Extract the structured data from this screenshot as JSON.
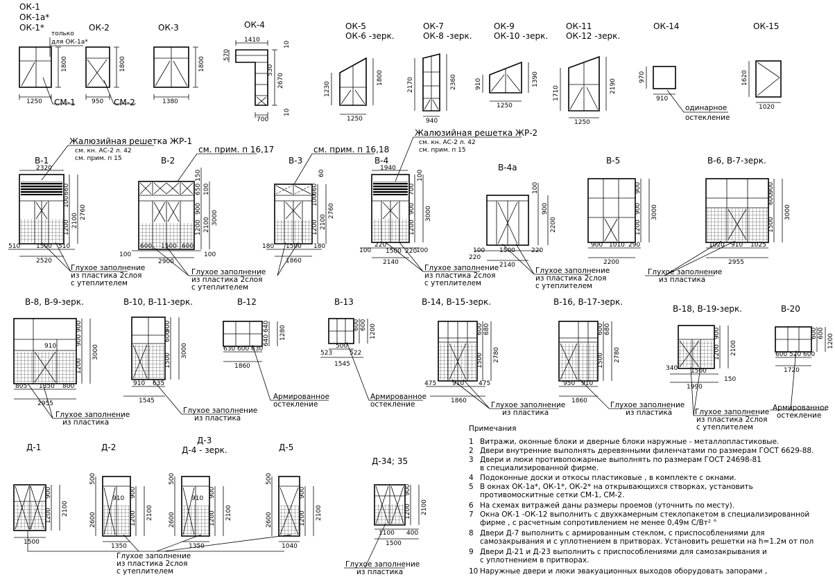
{
  "windows": [
    {
      "id": "ok1",
      "title_lines": [
        "ОК-1",
        "ОК-1а*",
        "ОК-1*"
      ],
      "dims": [
        "1800",
        "1250"
      ],
      "callout": "СМ-1",
      "note": [
        "только",
        "для ОК-1а*"
      ]
    },
    {
      "id": "ok2",
      "title_lines": [
        "ОК-2"
      ],
      "dims": [
        "1800",
        "950"
      ],
      "callout": "СМ-2"
    },
    {
      "id": "ok3",
      "title_lines": [
        "ОК-3"
      ],
      "dims": [
        "1800",
        "1380"
      ]
    },
    {
      "id": "ok4",
      "title_lines": [
        "ОК-4"
      ],
      "dims": [
        "1410",
        "570",
        "2670",
        "700",
        "10",
        "10",
        "530"
      ]
    },
    {
      "id": "ok5",
      "title_lines": [
        "ОК-5",
        "ОК-6 -зерк."
      ],
      "dims": [
        "1230",
        "1800",
        "1250"
      ]
    },
    {
      "id": "ok7",
      "title_lines": [
        "ОК-7",
        "ОК-8 -зерк."
      ],
      "dims": [
        "2170",
        "2360",
        "940"
      ]
    },
    {
      "id": "ok9",
      "title_lines": [
        "ОК-9",
        "ОК-10 -зерк."
      ],
      "dims": [
        "910",
        "1390",
        "1250"
      ]
    },
    {
      "id": "ok11",
      "title_lines": [
        "ОК-11",
        "ОК-12 -зерк."
      ],
      "dims": [
        "1710",
        "2190",
        "1250"
      ]
    },
    {
      "id": "ok14",
      "title_lines": [
        "ОК-14"
      ],
      "dims": [
        "970",
        "910"
      ],
      "callout": [
        "одинарное",
        "остекление"
      ]
    },
    {
      "id": "ok15",
      "title_lines": [
        "ОК-15"
      ],
      "dims": [
        "1620",
        "1020"
      ]
    }
  ],
  "glazing_row1": [
    {
      "id": "b1",
      "title": "В-1",
      "dims": [
        "2320",
        "510",
        "1500",
        "510",
        "2520",
        "660",
        "100",
        "2100",
        "2760",
        "1200"
      ],
      "grille": [
        "Жалюзийная решетка ЖР-1",
        "см. кн. АС-2 л. 42",
        "см. прим. п 15"
      ]
    },
    {
      "id": "b2",
      "title": "В-2",
      "dims": [
        "100",
        "600",
        "1500",
        "600",
        "100",
        "2900",
        "150",
        "650",
        "100",
        "900",
        "2100",
        "3000",
        "1200"
      ],
      "ref": "см. прим. п 16,17"
    },
    {
      "id": "b3",
      "title": "В-3",
      "dims": [
        "180",
        "1500",
        "180",
        "1860",
        "60",
        "660",
        "100",
        "2100",
        "2760",
        "1200"
      ],
      "ref": "см. прим. п 16,18"
    },
    {
      "id": "b4",
      "title": "В-4",
      "dims": [
        "1940",
        "100",
        "220",
        "1500",
        "220",
        "100",
        "2140",
        "100",
        "700",
        "900",
        "3000",
        "1200"
      ],
      "grille": [
        "Жалюзийная решетка ЖР-2",
        "см. кн. АС-2 л. 42",
        "см. прим. п 15"
      ]
    },
    {
      "id": "b4a",
      "title": "В-4а",
      "dims": [
        "100",
        "220",
        "1500",
        "220",
        "2140",
        "100",
        "900",
        "2200"
      ]
    },
    {
      "id": "b5",
      "title": "В-5",
      "dims": [
        "900",
        "1010",
        "290",
        "2200",
        "900",
        "900",
        "3000",
        "1200"
      ]
    },
    {
      "id": "b6",
      "title": "В-6, В-7-зерк.",
      "dims": [
        "1020",
        "910",
        "1025",
        "2955",
        "900",
        "600",
        "3000",
        "1500"
      ]
    }
  ],
  "glazing_row2": [
    {
      "id": "b8",
      "title": "В-8, В-9-зерк.",
      "dims": [
        "805",
        "1350",
        "800",
        "2955",
        "910",
        "900",
        "900",
        "3000",
        "1200"
      ]
    },
    {
      "id": "b10",
      "title": "В-10, В-11-зерк.",
      "dims": [
        "910",
        "635",
        "1545",
        "900",
        "600",
        "1500",
        "3000"
      ]
    },
    {
      "id": "b12",
      "title": "В-12",
      "dims": [
        "630",
        "600",
        "630",
        "1860",
        "640",
        "640",
        "1280"
      ]
    },
    {
      "id": "b13",
      "title": "В-13",
      "dims": [
        "500",
        "523",
        "522",
        "1545",
        "600",
        "600",
        "1200"
      ]
    },
    {
      "id": "b14",
      "title": "В-14, В-15-зерк.",
      "dims": [
        "475",
        "910",
        "475",
        "1860",
        "600",
        "680",
        "1500",
        "2780"
      ]
    },
    {
      "id": "b16",
      "title": "В-16, В-17-зерк.",
      "dims": [
        "950",
        "910",
        "1860",
        "600",
        "680",
        "1500",
        "2780"
      ]
    },
    {
      "id": "b18",
      "title": "В-18, В-19-зерк.",
      "dims": [
        "340",
        "1500",
        "150",
        "1990",
        "900",
        "1200",
        "2100"
      ]
    },
    {
      "id": "b20",
      "title": "В-20",
      "dims": [
        "600",
        "520",
        "600",
        "1720",
        "600",
        "600",
        "1200"
      ]
    }
  ],
  "doors": [
    {
      "id": "d1",
      "title": "Д-1",
      "dims": [
        "900",
        "1200",
        "2100",
        "1500"
      ]
    },
    {
      "id": "d2",
      "title": "Д-2",
      "dims": [
        "500",
        "2600",
        "910",
        "1200",
        "900",
        "2100",
        "1350"
      ]
    },
    {
      "id": "d3",
      "title": "Д-3",
      "title2": "Д-4 - зерк.",
      "dims": [
        "500",
        "2600",
        "910",
        "1200",
        "900",
        "2100",
        "1350"
      ]
    },
    {
      "id": "d5",
      "title": "Д-5",
      "dims": [
        "500",
        "2600",
        "1200",
        "900",
        "2100",
        "1040"
      ]
    },
    {
      "id": "d34",
      "title": "Д-34; 35",
      "dims": [
        "900",
        "1200",
        "2100",
        "1100",
        "400",
        "1500"
      ]
    }
  ],
  "callouts": {
    "plastic_2layer": [
      "Глухое заполнение",
      "из пластика 2слоя",
      "с утеплителем"
    ],
    "plastic": [
      "Глухое заполнение",
      "из пластика"
    ],
    "armored": [
      "Армированное",
      "остекление"
    ]
  },
  "notes": {
    "heading": "Примечания",
    "items": [
      {
        "n": "1",
        "lines": [
          "Витражи, оконные блоки и дверные блоки наружные - металлопластиковые."
        ]
      },
      {
        "n": "2",
        "lines": [
          "Двери внутренние выполнять деревянными филенчатами по размерам ГОСТ 6629-88."
        ]
      },
      {
        "n": "3",
        "lines": [
          "Двери и люки противопожарные выполнять по размерам ГОСТ 24698-81",
          "в специализированной фирме."
        ]
      },
      {
        "n": "4",
        "lines": [
          "Подоконные доски и откосы пластиковые , в комплекте с окнами."
        ]
      },
      {
        "n": "5",
        "lines": [
          "В окнах ОК-1а*, ОК-1*, ОК-2* на открывающихся створках, установить",
          "противомоскитные сетки СМ-1, СМ-2."
        ]
      },
      {
        "n": "6",
        "lines": [
          "На схемах витражей даны размеры проемов (уточнить по месту)."
        ]
      },
      {
        "n": "7",
        "lines": [
          "Окна ОК-1 -ОК-12 выполнить с двухкамерным стеклопакетом в специализированной",
          "фирме , с расчетным сопротивлением не менее 0,49м  С/Вт² °"
        ]
      },
      {
        "n": "8",
        "lines": [
          "Двери Д-7 выполнить с армированным стеклом, с приспособлениями для",
          "самозакрывания и с уплотнением в притворах. Установить решетки на h=1.2м от пол"
        ]
      },
      {
        "n": "9",
        "lines": [
          "Двери Д-21 и Д-23 выполнить с приспособлениями для самозакрывания и",
          "с уплотнением в притворах."
        ]
      },
      {
        "n": "10",
        "lines": [
          "Наружные двери и люки эвакуационных выходов оборудовать запорами ,"
        ]
      }
    ]
  }
}
